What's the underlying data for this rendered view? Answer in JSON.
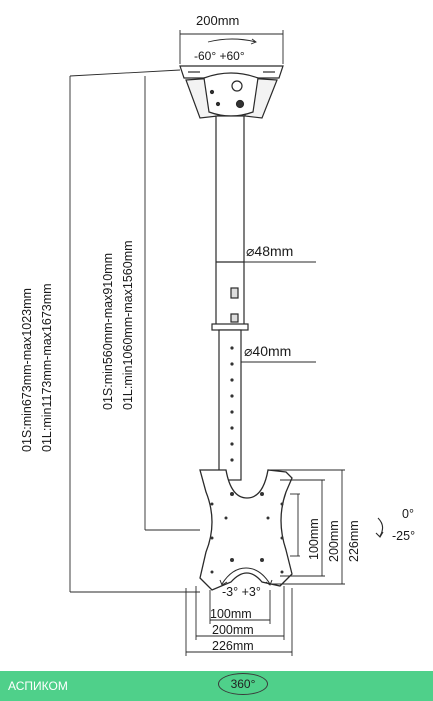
{
  "labels": {
    "top_width": "200mm",
    "tilt_top": "-60° +60°",
    "diameter_outer": "⌀48mm",
    "diameter_inner": "⌀40mm",
    "range_total_s": "01S:min673mm-max1023mm",
    "range_total_l": "01L:min1173mm-max1673mm",
    "range_pole_s": "01S:min560mm-max910mm",
    "range_pole_l": "01L:min1060mm-max1560mm",
    "vesa_h_100": "100mm",
    "vesa_h_200": "200mm",
    "vesa_h_226": "226mm",
    "tilt_side_top": "0°",
    "tilt_side_bottom": "-25°",
    "swivel": "-3° +3°",
    "vesa_w_100": "100mm",
    "vesa_w_200": "200mm",
    "vesa_w_226": "226mm",
    "rotation": "360°"
  },
  "footer": {
    "brand": "АСПИКОМ"
  },
  "colors": {
    "line": "#2a2a2a",
    "footer_bg": "#4fd08a",
    "footer_text": "#ffffff"
  }
}
